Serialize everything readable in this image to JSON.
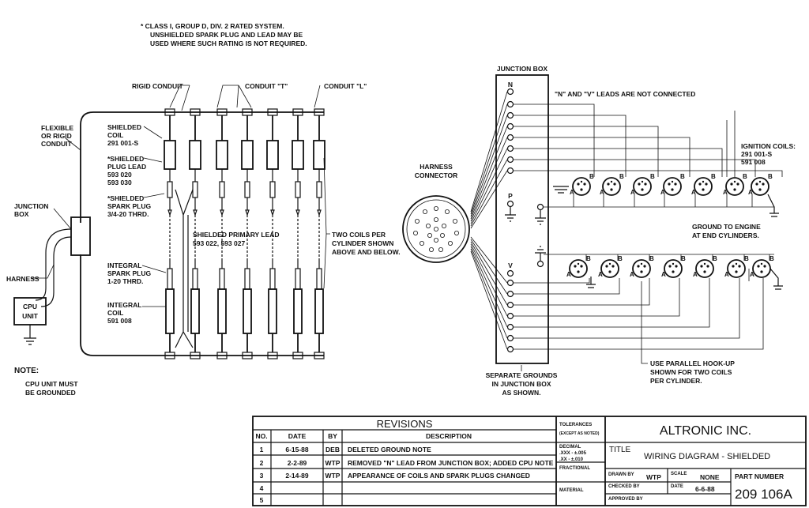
{
  "notes": {
    "class_rating": [
      "* CLASS I, GROUP D, DIV. 2 RATED SYSTEM.",
      "UNSHIELDED SPARK PLUG AND LEAD MAY BE",
      "USED WHERE SUCH RATING IS NOT REQUIRED."
    ],
    "note_title": "NOTE:",
    "cpu_note": [
      "CPU UNIT MUST",
      "BE GROUNDED"
    ],
    "nv_note": "\"N\" AND \"V\" LEADS ARE NOT CONNECTED",
    "ground_engine": [
      "GROUND TO ENGINE",
      "AT END CYLINDERS."
    ],
    "parallel_note": [
      "USE PARALLEL HOOK-UP",
      "SHOWN FOR TWO COILS",
      "PER CYLINDER."
    ],
    "separate_grounds": [
      "SEPARATE GROUNDS",
      "IN JUNCTION BOX",
      "AS SHOWN."
    ],
    "two_coils": [
      "TWO COILS PER",
      "CYLINDER SHOWN",
      "ABOVE AND BELOW."
    ]
  },
  "labels": {
    "rigid_conduit": "RIGID CONDUIT",
    "conduit_t": "CONDUIT \"T\"",
    "conduit_l": "CONDUIT \"L\"",
    "flexible": [
      "FLEXIBLE",
      "OR RIGID",
      "CONDUIT"
    ],
    "shielded_coil": [
      "SHIELDED",
      "COIL",
      "291 001-S"
    ],
    "shielded_plug_lead": [
      "*SHIELDED",
      "PLUG LEAD",
      "593 020",
      "593 030"
    ],
    "shielded_spark_plug": [
      "*SHIELDED",
      "SPARK PLUG",
      "3/4-20 THRD."
    ],
    "junction_box_left": [
      "JUNCTION",
      "BOX"
    ],
    "harness": "HARNESS",
    "cpu_unit": [
      "CPU",
      "UNIT"
    ],
    "shielded_primary_lead": [
      "SHIELDED PRIMARY LEAD",
      "593 022, 593 027"
    ],
    "integral_spark_plug": [
      "INTEGRAL",
      "SPARK PLUG",
      "1-20 THRD."
    ],
    "integral_coil": [
      "INTEGRAL",
      "COIL",
      "591 008"
    ],
    "junction_box_right": "JUNCTION BOX",
    "harness_connector": [
      "HARNESS",
      "CONNECTOR"
    ],
    "ignition_coils": [
      "IGNITION COILS:",
      "291 001-S",
      "591 008"
    ],
    "pin_n": "N",
    "pin_p": "P",
    "pin_v": "V",
    "coil_a": "A",
    "coil_b": "B"
  },
  "title_block": {
    "revisions_title": "REVISIONS",
    "col_no": "NO.",
    "col_date": "DATE",
    "col_by": "BY",
    "col_desc": "DESCRIPTION",
    "rows": [
      {
        "no": "1",
        "date": "6-15-88",
        "by": "DEB",
        "desc": "DELETED GROUND NOTE"
      },
      {
        "no": "2",
        "date": "2-2-89",
        "by": "WTP",
        "desc": "REMOVED \"N\" LEAD FROM JUNCTION BOX; ADDED CPU NOTE"
      },
      {
        "no": "3",
        "date": "2-14-89",
        "by": "WTP",
        "desc": "APPEARANCE OF COILS AND SPARK PLUGS CHANGED"
      },
      {
        "no": "4",
        "date": "",
        "by": "",
        "desc": ""
      },
      {
        "no": "5",
        "date": "",
        "by": "",
        "desc": ""
      }
    ],
    "tolerances": "TOLERANCES",
    "except_noted": "(EXCEPT AS NOTED)",
    "decimal": "DECIMAL",
    "tol_xxx": ".XXX - ±.005",
    "tol_xx": ".XX - ±.010",
    "fractional": "FRACTIONAL",
    "material": "MATERIAL",
    "company": "ALTRONIC INC.",
    "title_label": "TITLE",
    "title": "WIRING DIAGRAM - SHIELDED",
    "drawn_by_label": "DRAWN BY",
    "drawn_by": "WTP",
    "scale_label": "SCALE",
    "scale": "NONE",
    "checked_by_label": "CHECKED BY",
    "date_label": "DATE",
    "date": "6-6-88",
    "approved_by_label": "APPROVED BY",
    "part_number_label": "PART NUMBER",
    "part_number": "209 106A"
  }
}
